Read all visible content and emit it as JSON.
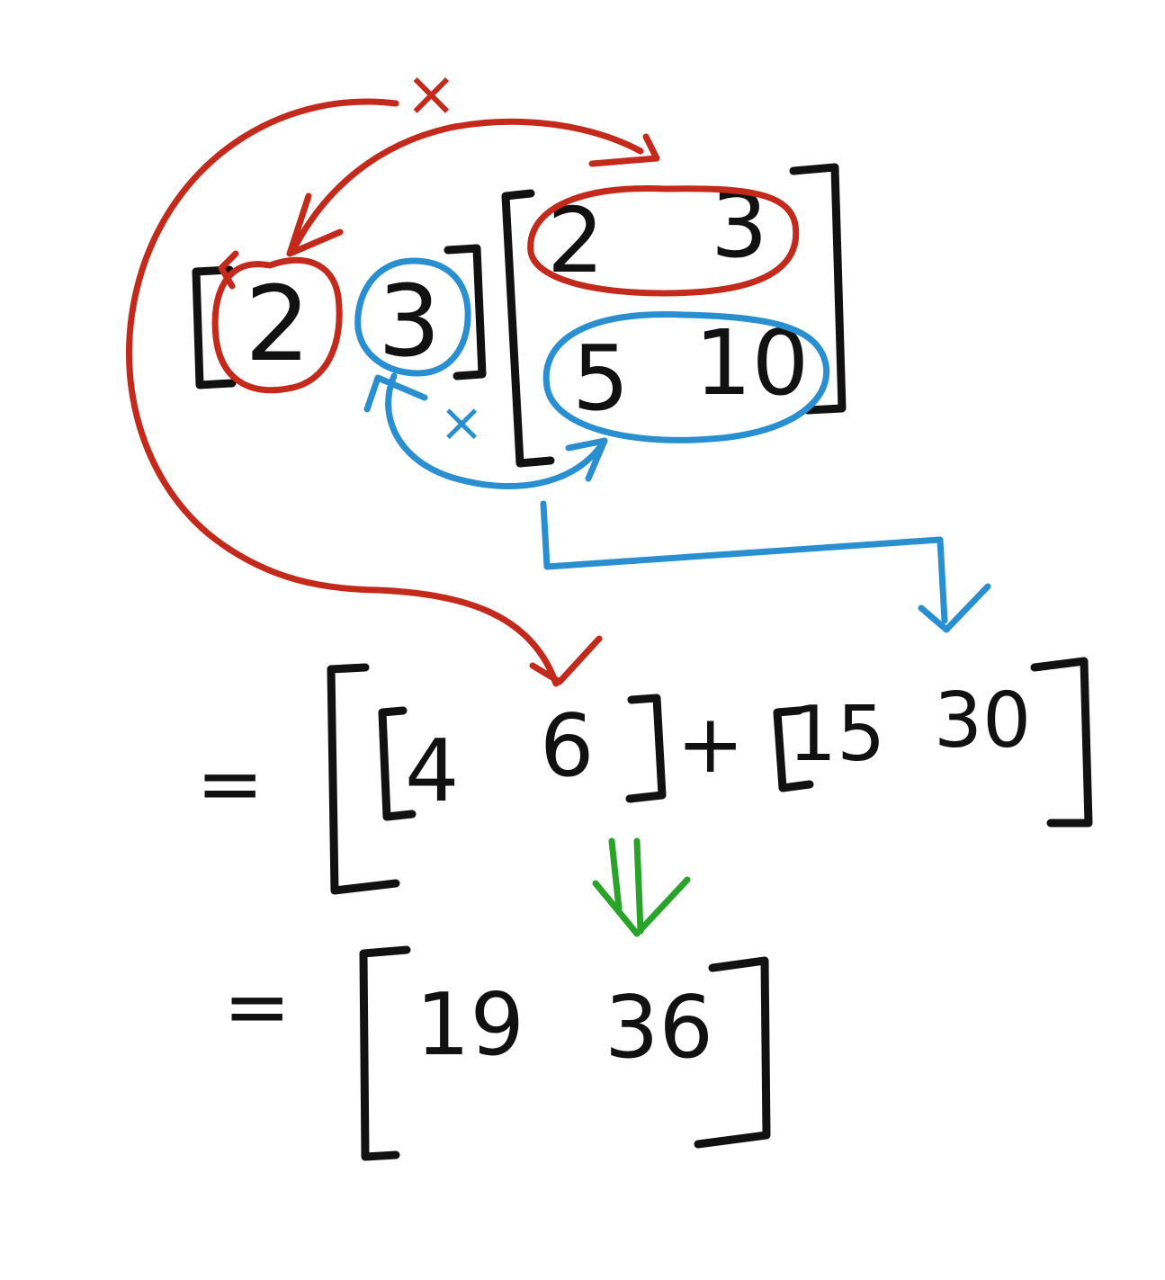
{
  "colors": {
    "ink": "#111111",
    "red": "#c42a1c",
    "blue": "#2a8fd0",
    "green": "#2aa32a",
    "background": "#ffffff"
  },
  "row_vector": [
    "2",
    "3"
  ],
  "matrix": [
    [
      "2",
      "3"
    ],
    [
      "5",
      "10"
    ]
  ],
  "multiply_marks": [
    "×",
    "×"
  ],
  "equals_sign": "=",
  "plus_sign": "+",
  "partial_products": [
    [
      "4",
      "6"
    ],
    [
      "15",
      "30"
    ]
  ],
  "result": [
    "19",
    "36"
  ]
}
